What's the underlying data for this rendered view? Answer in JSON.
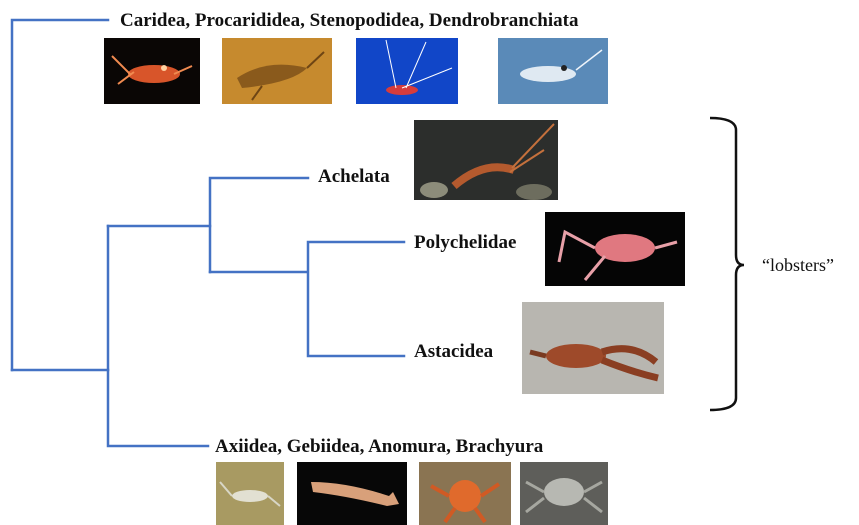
{
  "clades": {
    "top": "Caridea, Procarididea, Stenopodidea, Dendrobranchiata",
    "achelata": "Achelata",
    "polychelidae": "Polychelidae",
    "astacidea": "Astacidea",
    "bottom": "Axiidea, Gebiidea, Anomura, Brachyura"
  },
  "bracket_label": "“lobsters”",
  "colors": {
    "branch": "#4472C4",
    "bracket": "#111111"
  },
  "photos": {
    "top": [
      "shrimp-photo",
      "fossil-shrimp-photo",
      "cleaner-shrimp-photo",
      "glass-shrimp-photo"
    ],
    "achelata": "spiny-lobster-photo",
    "polychelidae": "blind-lobster-photo",
    "astacidea": "crayfish-photo",
    "bottom": [
      "mud-shrimp-photo",
      "ghost-shrimp-photo",
      "hermit-crab-photo",
      "true-crab-photo"
    ]
  }
}
